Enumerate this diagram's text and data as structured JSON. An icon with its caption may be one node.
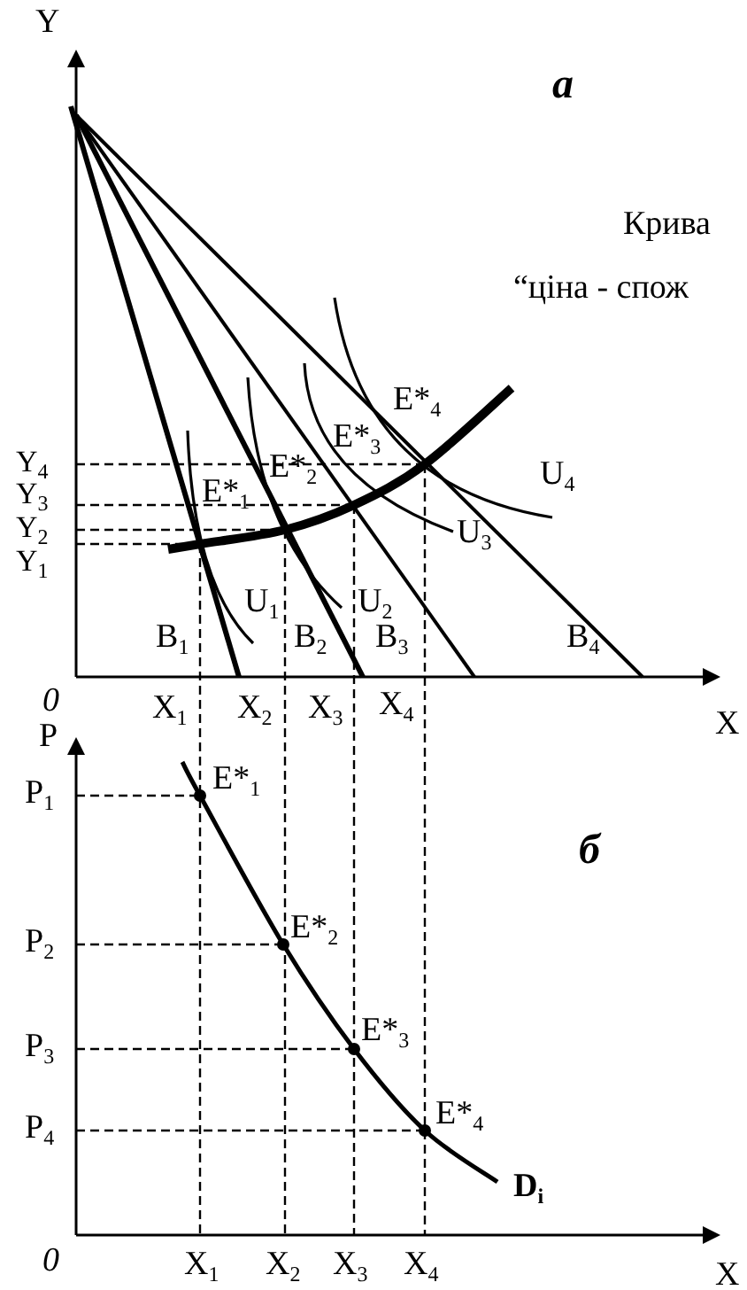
{
  "diagram": {
    "labels": [
      "Y",
      "а",
      "Крива",
      "“ціна - спож",
      "E*$_{4}$",
      "E*$_{3}$",
      "Y$_{4}$",
      "E*$_{2}$",
      "U$_{4}$",
      "Y$_{3}$",
      "E*$_{1}$",
      "Y$_{2}$",
      "U$_{3}$",
      "Y$_{1}$",
      "U$_{1}$",
      "U$_{2}$",
      "B$_{1}$",
      "B$_{2}$",
      "B$_{3}$",
      "B$_{4}$",
      "0",
      "X$_{1}$",
      "X$_{2}$",
      "X$_{3}$",
      "X$_{4}$",
      "X",
      "P",
      "P$_{1}$",
      "E*$_{1}$",
      "б",
      "P$_{2}$",
      "E*$_{2}$",
      "P$_{3}$",
      "E*$_{3}$",
      "P$_{4}$",
      "E*$_{4}$",
      "D$_{i}$",
      "0",
      "X$_{1}$",
      "X$_{2}$",
      "X$_{3}$",
      "X$_{4}$",
      "X"
    ]
  }
}
